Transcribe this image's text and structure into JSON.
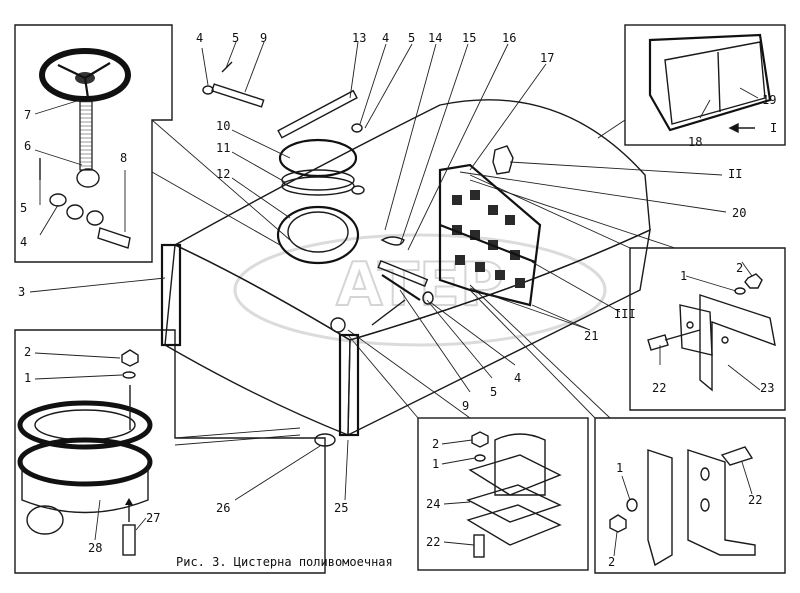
{
  "caption": "Рис. 3. Цистерна поливомоечная",
  "watermark_text": "ATEP",
  "colors": {
    "ink": "#1a1a1a",
    "paper": "#ffffff",
    "watermark": "#b9b9b9"
  },
  "callouts": {
    "c1a": "1",
    "c1b": "1",
    "c1c": "1",
    "c1d": "1",
    "c2a": "2",
    "c2b": "2",
    "c2c": "2",
    "c2d": "2",
    "c3": "3",
    "c4a": "4",
    "c4b": "4",
    "c4c": "4",
    "c4d": "4",
    "c5a": "5",
    "c5b": "5",
    "c5c": "5",
    "c5d": "5",
    "c6": "6",
    "c7": "7",
    "c8": "8",
    "c9a": "9",
    "c9b": "9",
    "c10": "10",
    "c11": "11",
    "c12": "12",
    "c13": "13",
    "c14": "14",
    "c15": "15",
    "c16": "16",
    "c17": "17",
    "c18": "18",
    "c19": "19",
    "c20": "20",
    "c21": "21",
    "c22a": "22",
    "c22b": "22",
    "c22c": "22",
    "c23": "23",
    "c24": "24",
    "c25": "25",
    "c26": "26",
    "c27": "27",
    "c28": "28",
    "rI": "I",
    "rII": "II",
    "rIII": "III"
  }
}
